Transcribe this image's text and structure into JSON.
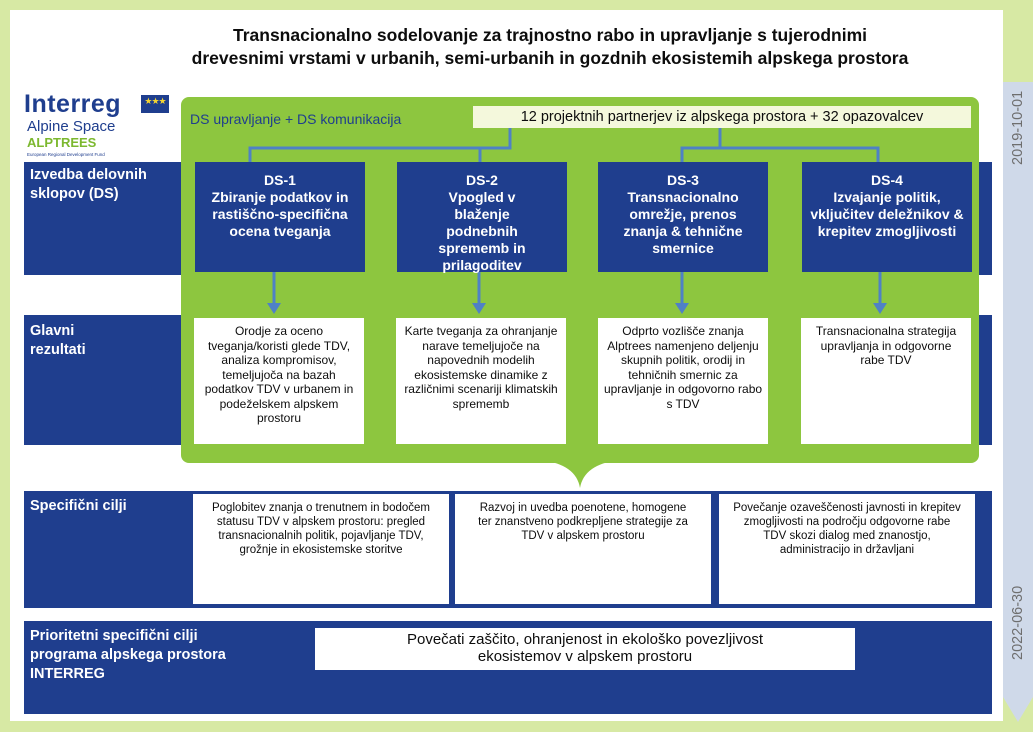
{
  "title": {
    "line1": "Transnacionalno sodelovanje za trajnostno rabo in upravljanje s tujerodnimi",
    "line2": "drevesnimi vrstami v urbanih, semi-urbanih in gozdnih ekosistemih alpskega prostora"
  },
  "logo": {
    "interreg": "Interreg",
    "alpine_space": "Alpine Space",
    "alptrees": "ALPTREES",
    "fund": "European Regional Development Fund"
  },
  "top": {
    "ds_label": "DS upravljanje + DS komunikacija",
    "partners": "12 projektnih partnerjev iz alpskega prostora + 32 opazovalcev"
  },
  "rows": {
    "ds": "Izvedba delovnih sklopov (DS)",
    "results": "Glavni rezultati",
    "specific": "Specifični cilji",
    "priority": "Prioritetni specifični cilji programa alpskega prostora INTERREG"
  },
  "work_packages": [
    {
      "code": "DS-1",
      "text": "Zbiranje podatkov in rastiščno-specifična ocena tveganja"
    },
    {
      "code": "DS-2",
      "text": "Vpogled v blaženje podnebnih sprememb in prilagoditev"
    },
    {
      "code": "DS-3",
      "text": "Transnacionalno omrežje, prenos znanja & tehnične smernice"
    },
    {
      "code": "DS-4",
      "text": "Izvajanje politik, vključitev deležnikov & krepitev zmogljivosti"
    }
  ],
  "results": [
    "Orodje za oceno tveganja/koristi glede TDV, analiza kompromisov, temeljujoča na bazah podatkov TDV v urbanem in podeželskem alpskem prostoru",
    "Karte tveganja za ohranjanje narave temeljujoče na napovednih modelih ekosistemske dinamike z različnimi scenariji klimatskih sprememb",
    "Odprto vozlišče znanja Alptrees namenjeno deljenju skupnih politik, orodij in tehničnih smernic za upravljanje in odgovorno rabo s TDV",
    "Transnacionalna strategija upravljanja in odgovorne rabe TDV"
  ],
  "objectives": [
    "Poglobitev znanja o trenutnem in bodočem statusu TDV v alpskem prostoru: pregled transnacionalnih politik, pojavljanje TDV, grožnje in ekosistemske storitve",
    "Razvoj in uvedba poenotene, homogene ter znanstveno podkrepljene strategije za TDV v alpskem prostoru",
    "Povečanje ozaveščenosti javnosti in krepitev zmogljivosti na področju odgovorne rabe TDV skozi dialog med znanostjo, administracijo in državljani"
  ],
  "priority_text": "Povečati zaščito, ohranjenost in ekološko povezljivost ekosistemov v alpskem prostoru",
  "dates": {
    "start": "2019-10-01",
    "end": "2022-06-30"
  },
  "colors": {
    "navy": "#1f3e8e",
    "green": "#8dc63f",
    "light_green": "#d7e9a4",
    "arrow": "#4f81c6"
  }
}
